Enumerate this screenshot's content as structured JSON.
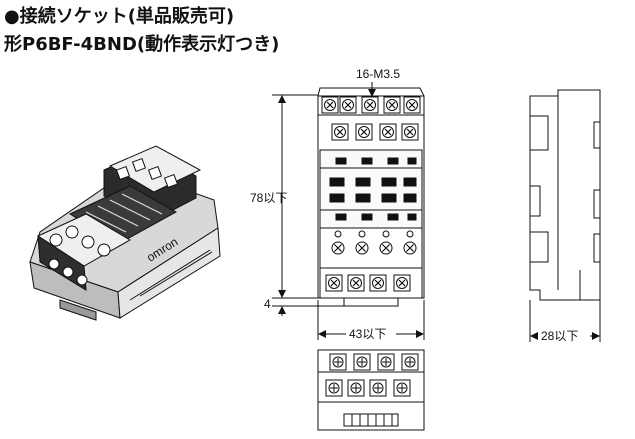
{
  "header": {
    "title_line1": "●接続ソケット(単品販売可)",
    "title_line2": "形P6BF-4BND(動作表示灯つき)"
  },
  "drawing": {
    "label_screws": "16-M3.5",
    "label_height": "78以下",
    "label_offset": "4",
    "label_width": "43以下",
    "label_depth": "28以下",
    "brand_mark": "omron"
  }
}
